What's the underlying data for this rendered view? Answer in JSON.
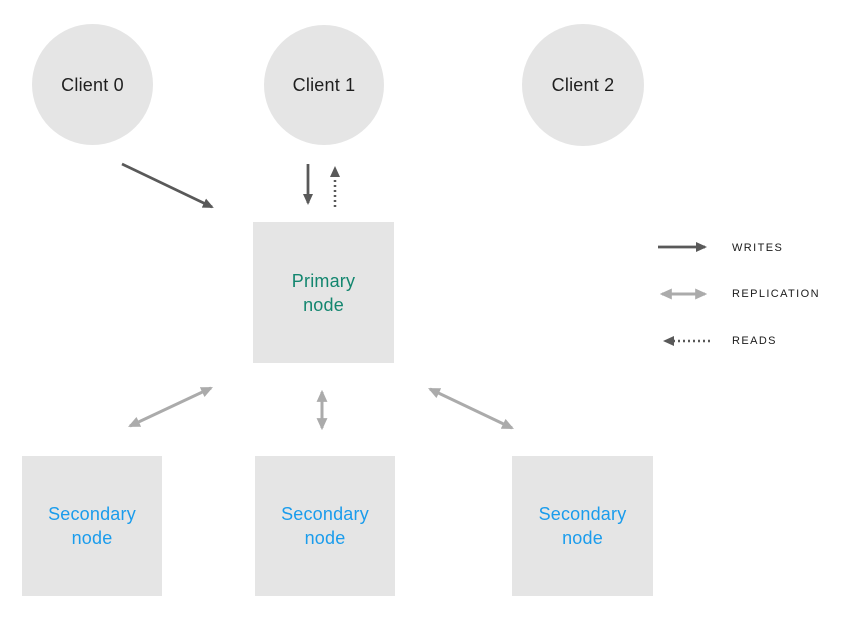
{
  "colors": {
    "background": "#ffffff",
    "node_fill": "#e5e5e5",
    "client_text": "#1f1f1f",
    "primary_text": "#13866f",
    "secondary_text": "#1a9cec",
    "writes_arrow": "#595959",
    "replication_arrow": "#ababab",
    "reads_arrow": "#595959",
    "legend_text": "#1a1a1a"
  },
  "diagram": {
    "clients": [
      {
        "label": "Client 0"
      },
      {
        "label": "Client 1"
      },
      {
        "label": "Client 2"
      }
    ],
    "primary_node": {
      "label": "Primary\nnode"
    },
    "secondary_nodes": [
      {
        "label": "Secondary\nnode"
      },
      {
        "label": "Secondary\nnode"
      },
      {
        "label": "Secondary\nnode"
      }
    ],
    "connections": [
      {
        "from": "Client 0",
        "to": "Primary node",
        "type": "writes"
      },
      {
        "from": "Client 1",
        "to": "Primary node",
        "type": "writes"
      },
      {
        "from": "Primary node",
        "to": "Client 1",
        "type": "reads"
      },
      {
        "from": "Primary node",
        "to": "Secondary node 1",
        "type": "replication"
      },
      {
        "from": "Primary node",
        "to": "Secondary node 2",
        "type": "replication"
      },
      {
        "from": "Primary node",
        "to": "Secondary node 3",
        "type": "replication"
      }
    ]
  },
  "legend": {
    "items": [
      {
        "id": "writes",
        "label": "WRITES"
      },
      {
        "id": "replication",
        "label": "REPLICATION"
      },
      {
        "id": "reads",
        "label": "READS"
      }
    ]
  }
}
